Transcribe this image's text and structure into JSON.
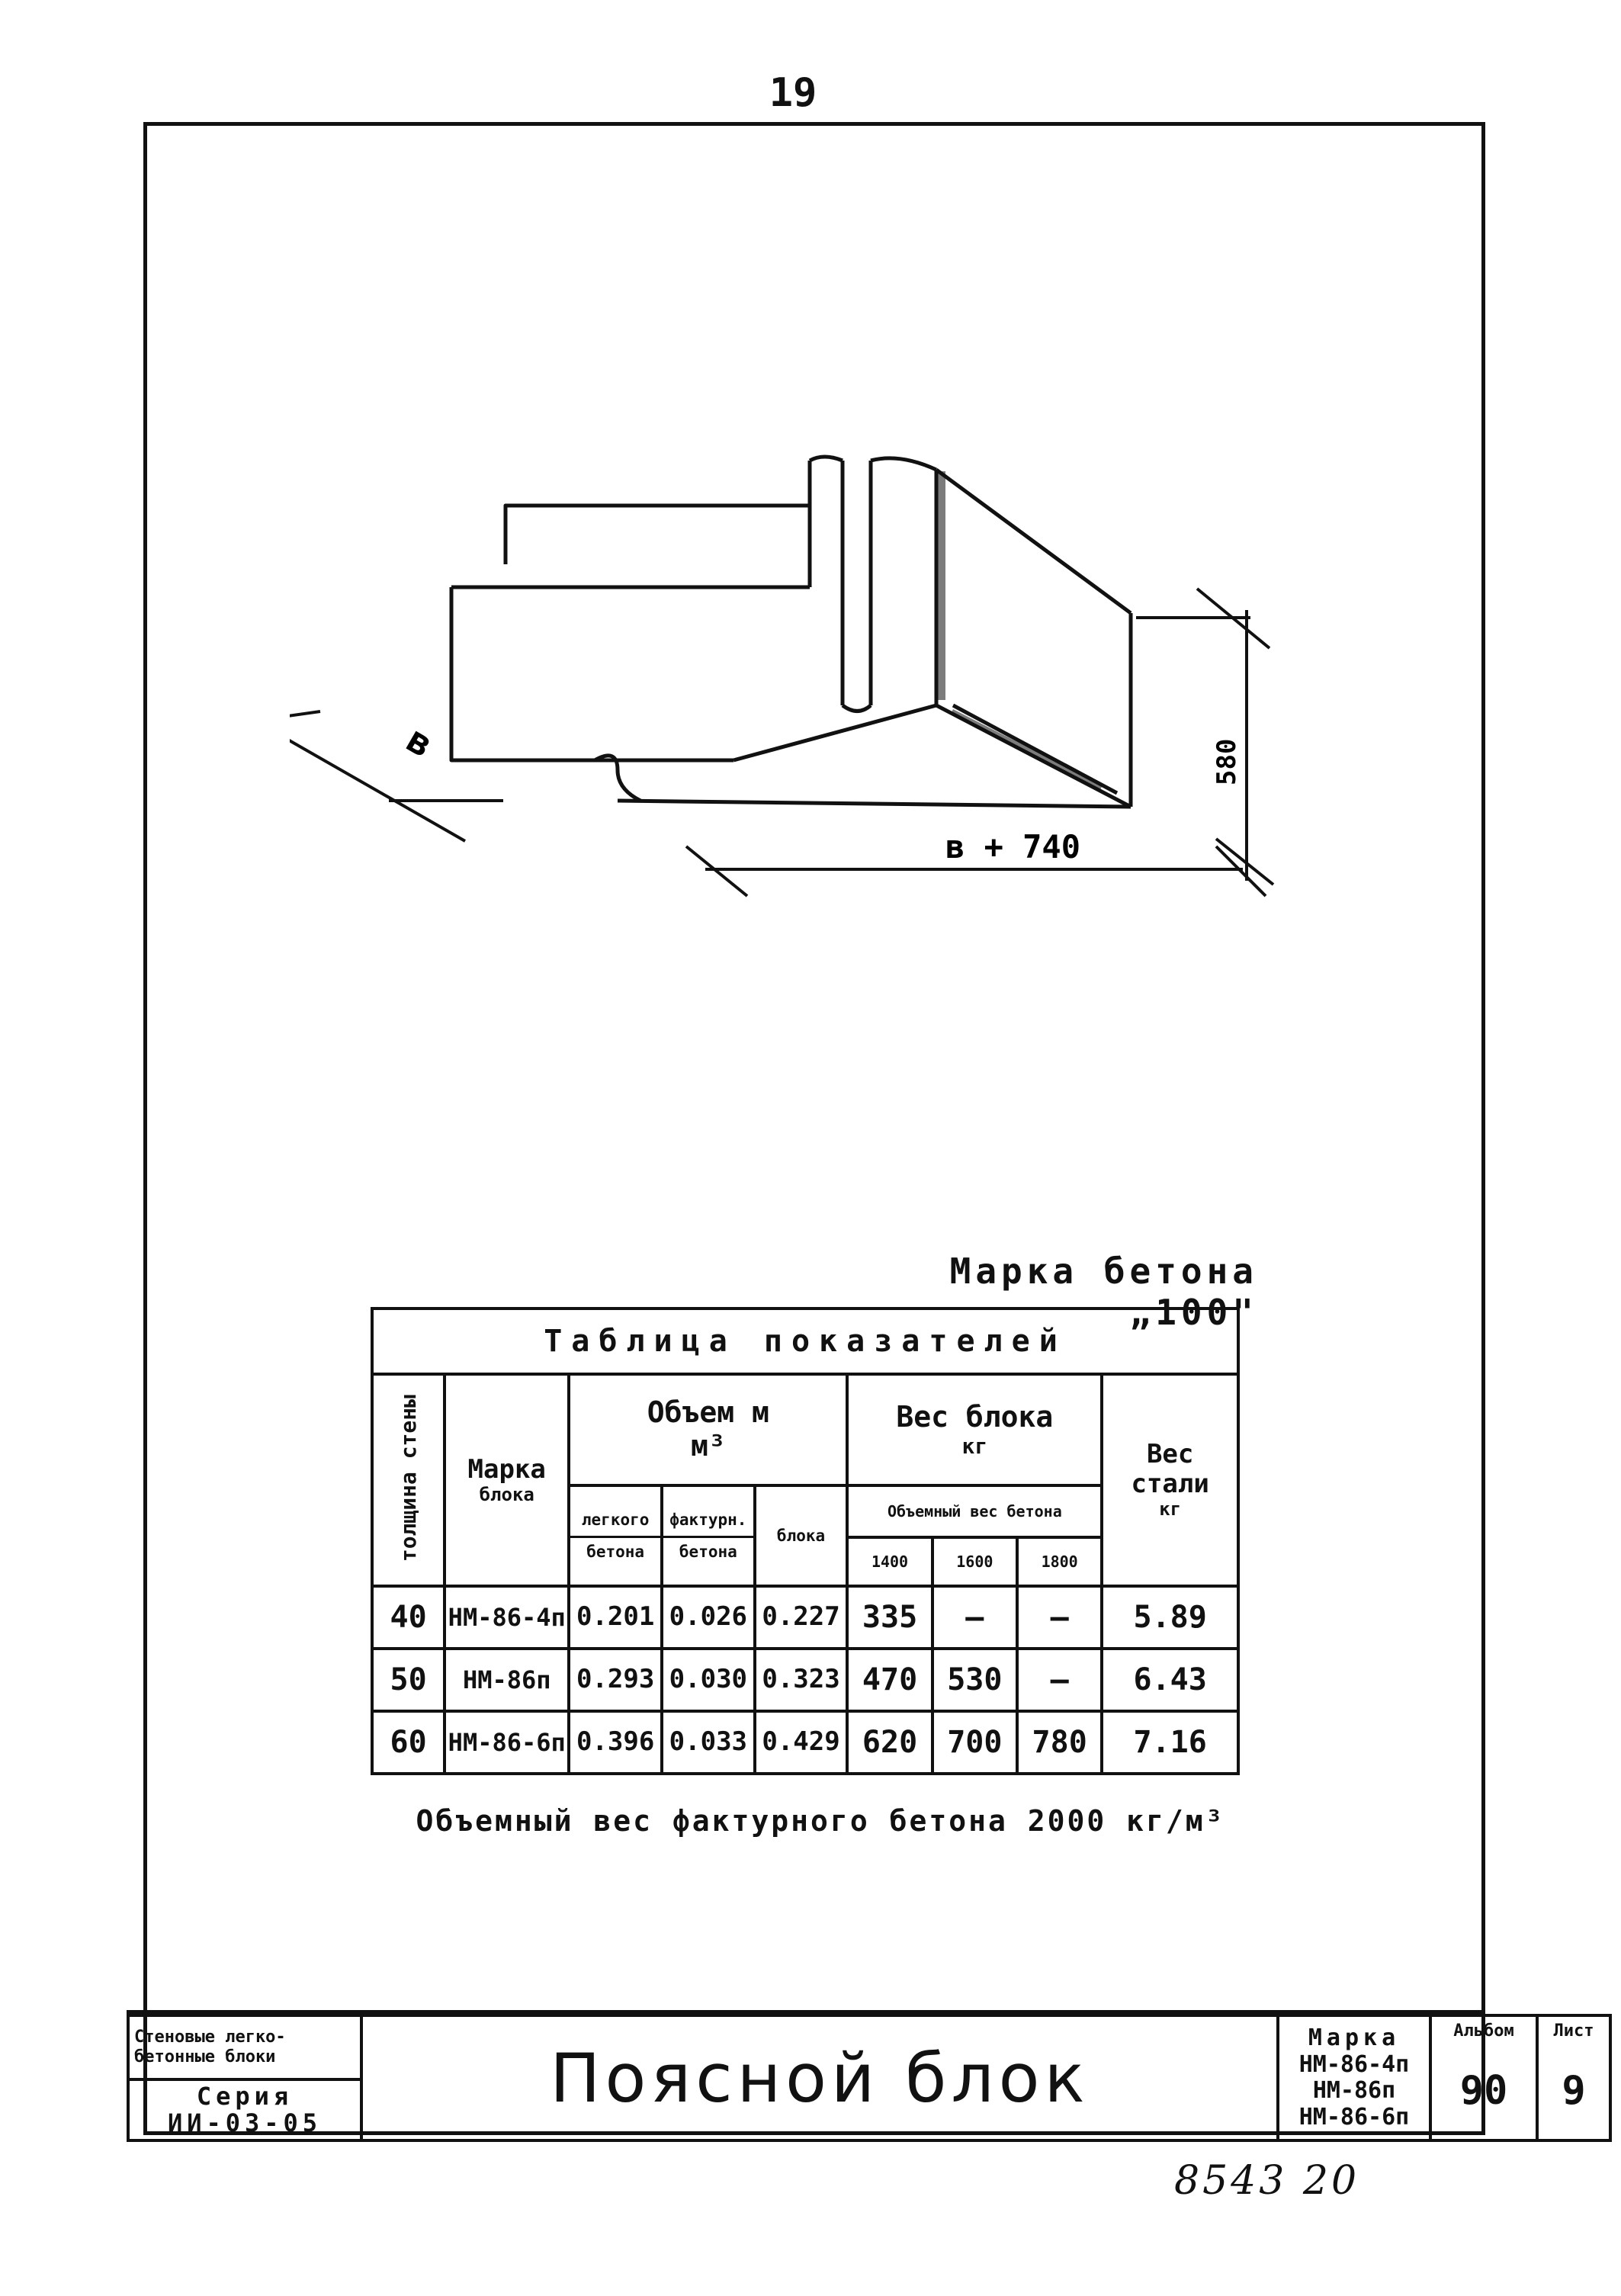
{
  "page_number": "19",
  "drawing": {
    "dim_width": "в",
    "dim_length": "в + 740",
    "dim_height": "580"
  },
  "concrete_grade": "Марка бетона „100\"",
  "table": {
    "title": "Таблица показателей",
    "headers": {
      "thickness": "толщина стены",
      "mark_line1": "Марка",
      "mark_line2": "блока",
      "volume_line1": "Объем м",
      "volume_line2": "м³",
      "volume_light_line1": "легкого",
      "volume_light_line2": "бетона",
      "volume_facing_line1": "фактурн.",
      "volume_facing_line2": "бетона",
      "volume_block": "блока",
      "weight_line1": "Вес блока",
      "weight_line2": "кг",
      "weight_density": "Объемный вес бетона",
      "density_1400": "1400",
      "density_1600": "1600",
      "density_1800": "1800",
      "steel_line1": "Вес",
      "steel_line2": "стали",
      "steel_line3": "кг"
    },
    "rows": [
      {
        "thickness": "40",
        "mark": "НМ-86-4п",
        "vol_light": "0.201",
        "vol_facing": "0.026",
        "vol_block": "0.227",
        "w1400": "335",
        "w1600": "—",
        "w1800": "—",
        "steel": "5.89"
      },
      {
        "thickness": "50",
        "mark": "НМ-86п",
        "vol_light": "0.293",
        "vol_facing": "0.030",
        "vol_block": "0.323",
        "w1400": "470",
        "w1600": "530",
        "w1800": "—",
        "steel": "6.43"
      },
      {
        "thickness": "60",
        "mark": "НМ-86-6п",
        "vol_light": "0.396",
        "vol_facing": "0.033",
        "vol_block": "0.429",
        "w1400": "620",
        "w1600": "700",
        "w1800": "780",
        "steel": "7.16"
      }
    ]
  },
  "note": "Объемный вес фактурного бетона 2000 кг/м³",
  "stamp": {
    "series_desc_line1": "Стеновые легко-",
    "series_desc_line2": "бетонные блоки",
    "series_label": "Серия",
    "series_code": "ИИ-03-05",
    "title": "Поясной блок",
    "mark_label": "Марка",
    "marks": [
      "НМ-86-4п",
      "НМ-86п",
      "НМ-86-6п"
    ],
    "album_label": "Альбом",
    "album_value": "90",
    "sheet_label": "Лист",
    "sheet_value": "9"
  },
  "inventory_number": "8543  20"
}
